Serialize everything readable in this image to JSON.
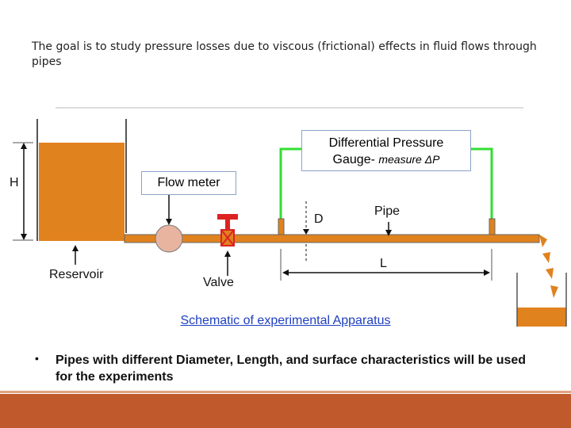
{
  "intro": "The goal is to study pressure losses due to viscous (frictional) effects in fluid flows through pipes",
  "labels": {
    "dp_line1": "Differential Pressure",
    "dp_line2_plain": "Gauge- ",
    "dp_line2_italic": "measure ΔP",
    "flow_meter": "Flow meter",
    "height": "H",
    "diameter": "D",
    "pipe": "Pipe",
    "length": "L",
    "reservoir": "Reservoir",
    "valve": "Valve"
  },
  "caption": "Schematic of experimental Apparatus",
  "bullet": {
    "marker": "•",
    "text": "Pipes with different Diameter, Length, and surface characteristics will be used for the experiments"
  },
  "colors": {
    "water": "#e0821e",
    "pipe": "#e0821e",
    "gauge_tube": "#33dd33",
    "valve": "#dd2222",
    "flow_meter": "#e8b4a0",
    "footer": "#c0592b"
  }
}
